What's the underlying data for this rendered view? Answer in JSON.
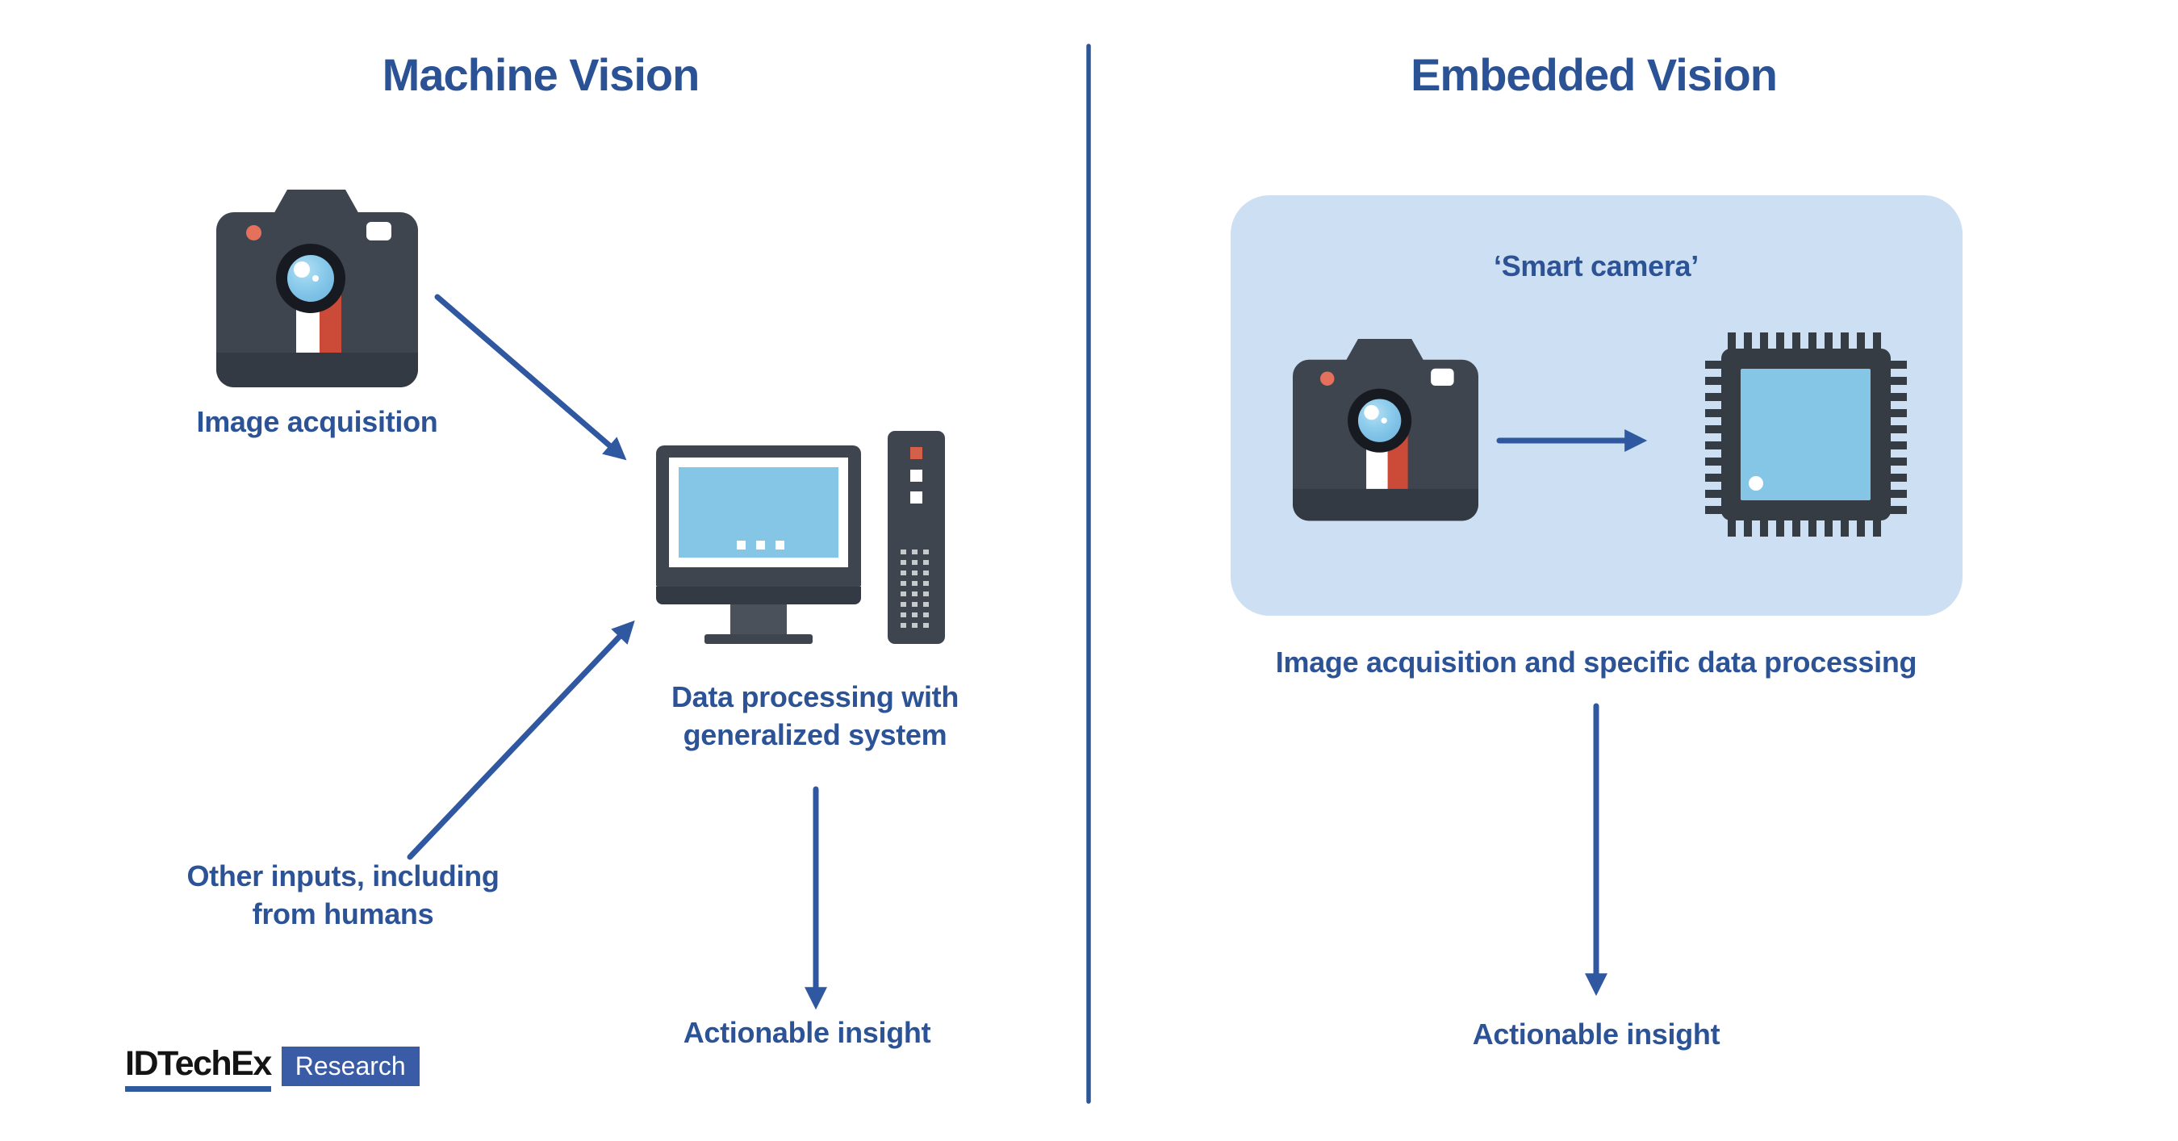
{
  "left": {
    "title": "Machine Vision",
    "image_acquisition": "Image acquisition",
    "data_processing": "Data processing with\ngeneralized system",
    "other_inputs": "Other inputs, including\nfrom humans",
    "actionable_insight": "Actionable insight"
  },
  "right": {
    "title": "Embedded Vision",
    "smart_camera": "‘Smart camera’",
    "acquisition_processing": "Image acquisition and specific data processing",
    "actionable_insight": "Actionable insight"
  },
  "logo": {
    "brand": "IDTechEx",
    "label": "Research"
  },
  "icons": {
    "left_camera": "camera-icon",
    "computer": "desktop-computer-icon",
    "right_camera": "camera-icon",
    "chip": "microchip-icon"
  },
  "colors": {
    "text_blue": "#2d5397",
    "title_blue": "#2b5295",
    "arrow_blue": "#2f58a0",
    "divider_blue": "#2e5697",
    "panel_blue": "#cddff2",
    "icon_dark": "#3f454e",
    "icon_screen_blue": "#85c6e6",
    "accent_red": "#cc4b38",
    "lens_blue": "#8ecdec",
    "logo_blue": "#3a5ba5",
    "logo_underline_blue": "#2f5aa0"
  }
}
